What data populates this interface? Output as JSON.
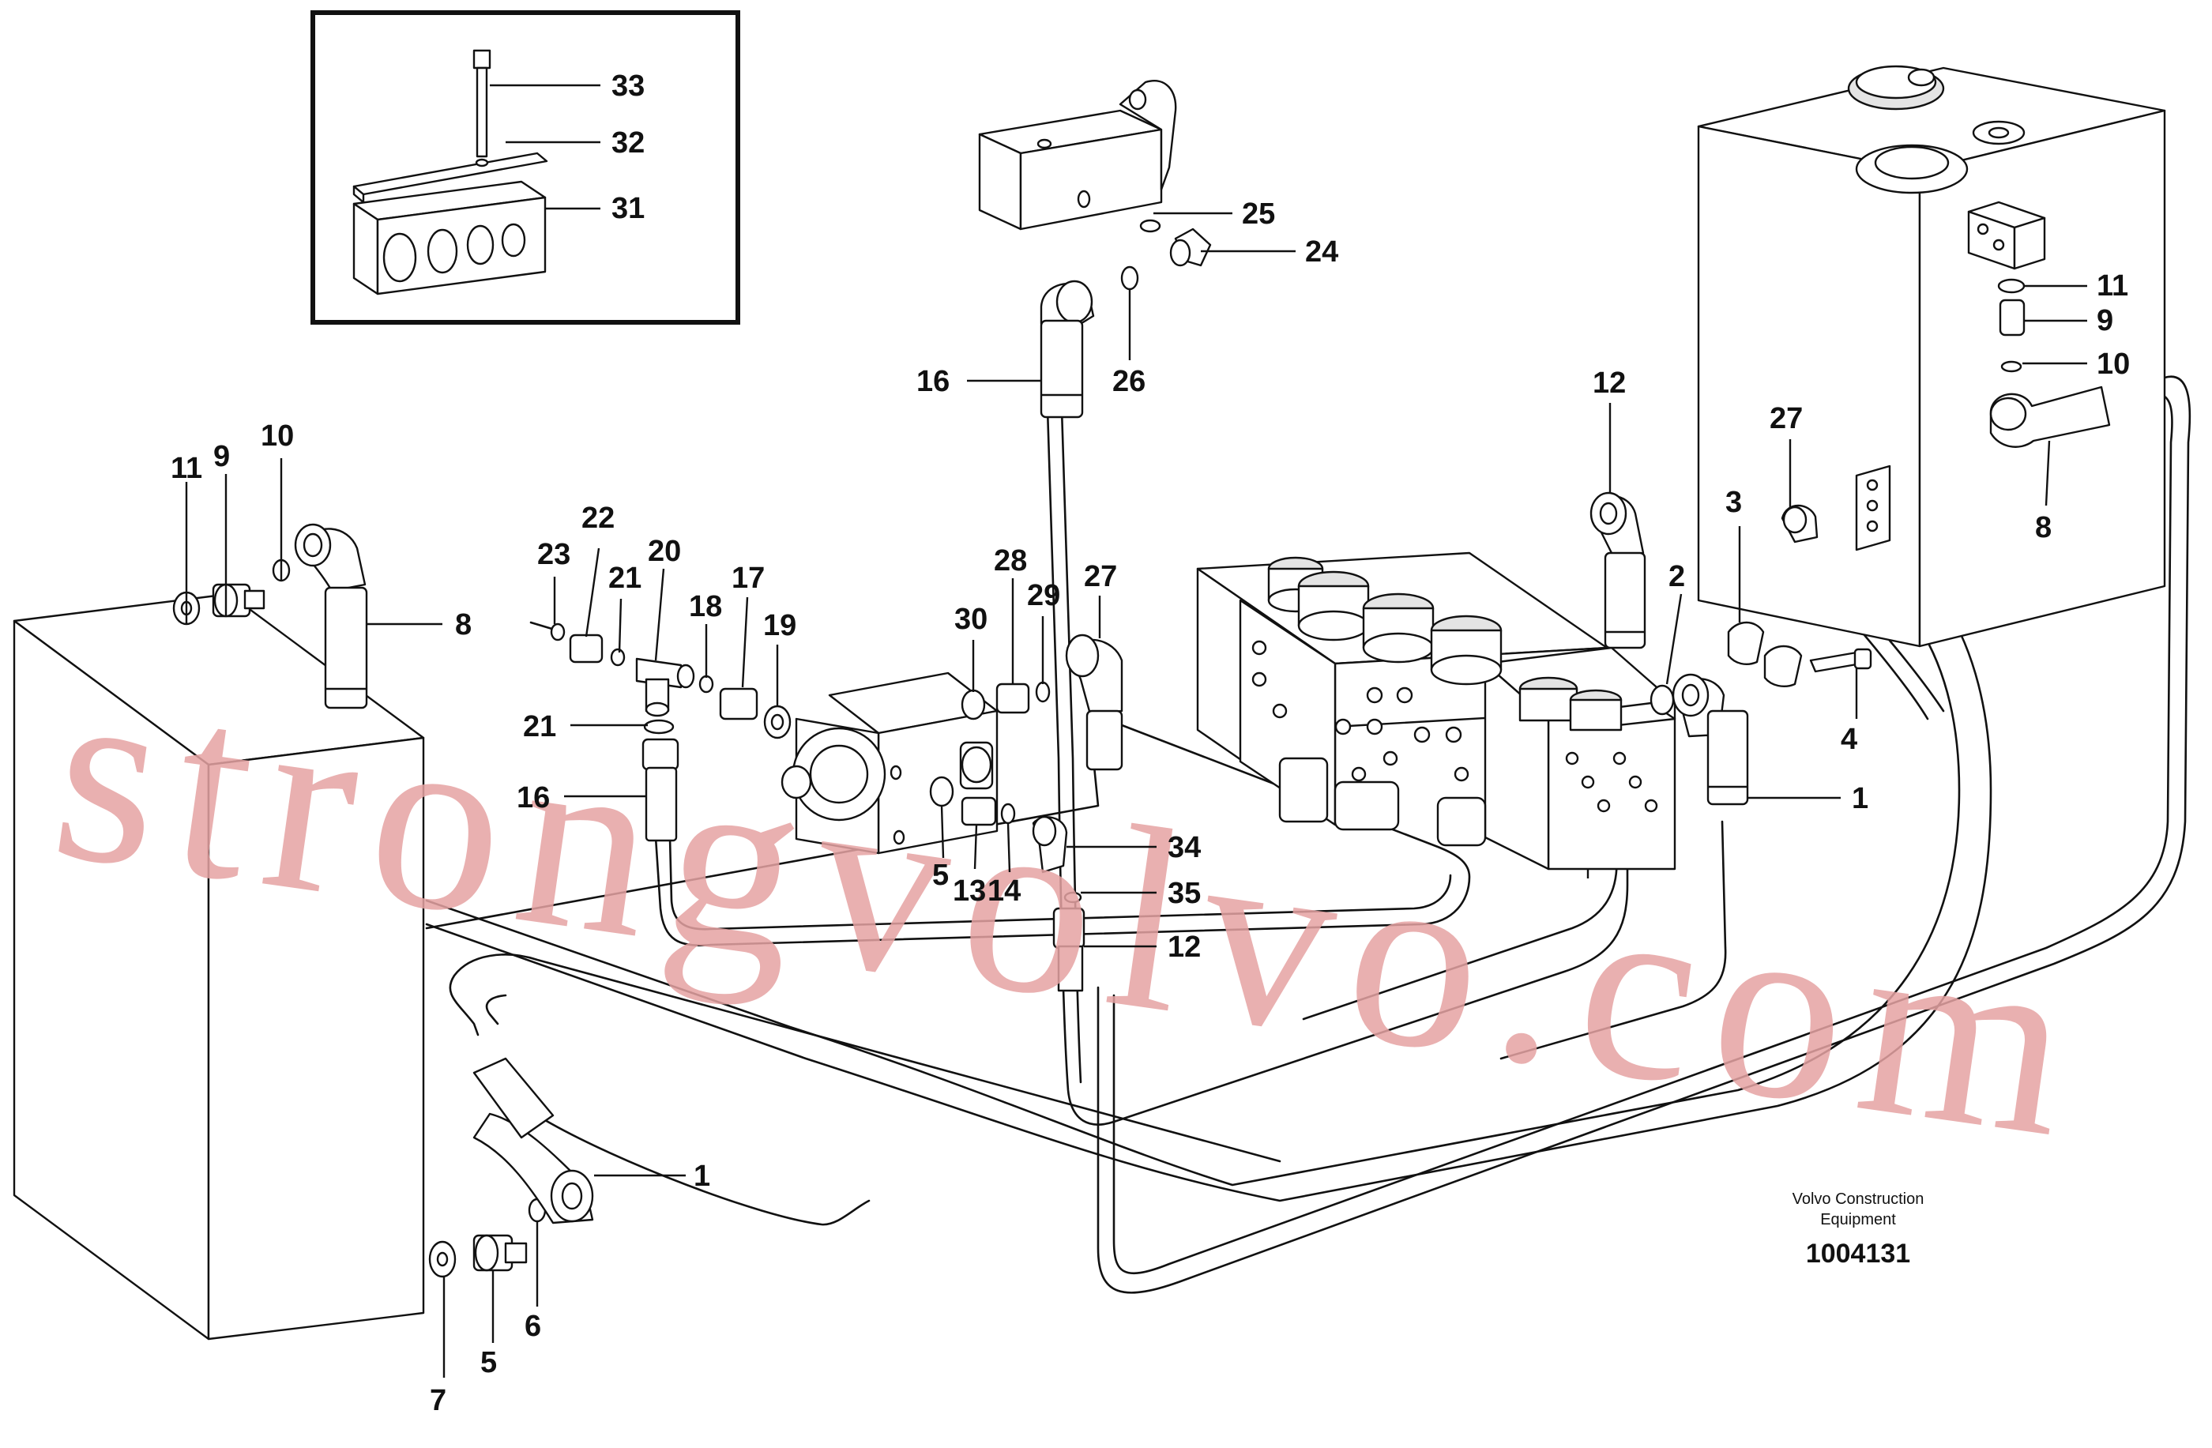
{
  "watermark": "strongvolvo.com",
  "caption": {
    "line1": "Volvo Construction",
    "line2": "Equipment",
    "drawing_number": "1004131"
  },
  "callouts": [
    "33",
    "32",
    "31",
    "25",
    "24",
    "26",
    "16",
    "11",
    "9",
    "10",
    "8",
    "12",
    "27",
    "3",
    "2",
    "4",
    "1",
    "23",
    "22",
    "21",
    "20",
    "18",
    "17",
    "19",
    "28",
    "29",
    "30",
    "27",
    "21",
    "16",
    "5",
    "13",
    "14",
    "34",
    "35",
    "12",
    "1",
    "7",
    "5",
    "6",
    "11",
    "9",
    "10",
    "8"
  ]
}
